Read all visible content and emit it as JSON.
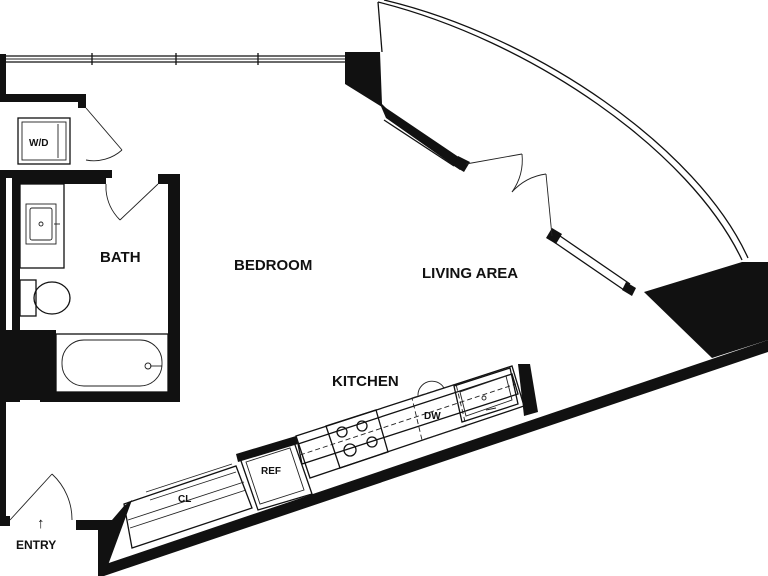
{
  "rooms": {
    "bath": "BATH",
    "bedroom": "BEDROOM",
    "living_area": "LIVING AREA",
    "kitchen": "KITCHEN"
  },
  "fixtures": {
    "washer_dryer": "W/D",
    "dishwasher": "DW",
    "refrigerator": "REF",
    "closet": "CL"
  },
  "entry": {
    "label": "ENTRY",
    "arrow": "↑"
  },
  "colors": {
    "wall": "#111111",
    "background": "#ffffff"
  }
}
